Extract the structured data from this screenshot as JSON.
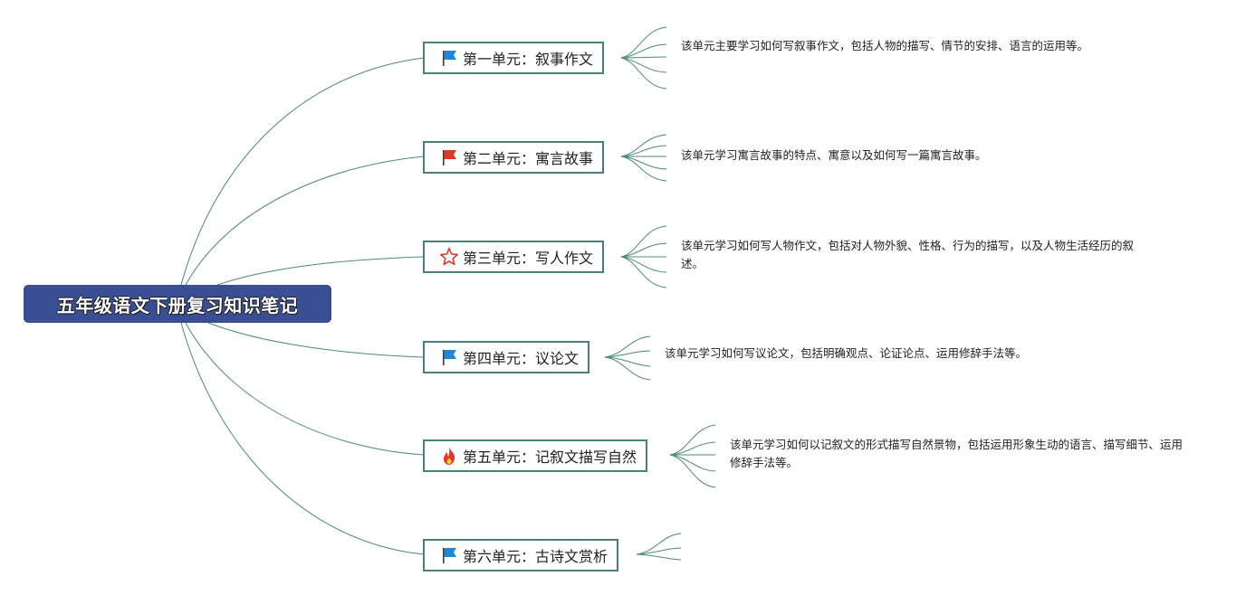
{
  "root": {
    "title": "五年级语文下册复习知识笔记"
  },
  "units": [
    {
      "label": "第一单元：叙事作文",
      "icon": "blue-flag-icon",
      "color": "#1e88d6",
      "desc": "该单元主要学习如何写叙事作文，包括人物的描写、情节的安排、语言的运用等。"
    },
    {
      "label": "第二单元：寓言故事",
      "icon": "red-flag-icon",
      "color": "#e53526",
      "desc": "该单元学习寓言故事的特点、寓意以及如何写一篇寓言故事。"
    },
    {
      "label": "第三单元：写人作文",
      "icon": "star-icon",
      "color": "#e53526",
      "desc": "该单元学习如何写人物作文，包括对人物外貌、性格、行为的描写，以及人物生活经历的叙述。"
    },
    {
      "label": "第四单元：议论文",
      "icon": "blue-flag-icon",
      "color": "#1e88d6",
      "desc": "该单元学习如何写议论文，包括明确观点、论证论点、运用修辞手法等。"
    },
    {
      "label": "第五单元：记叙文描写自然",
      "icon": "fire-icon",
      "color": "#e53526",
      "desc": "该单元学习如何以记叙文的形式描写自然景物，包括运用形象生动的语言、描写细节、运用修辞手法等。"
    },
    {
      "label": "第六单元：古诗文赏析",
      "icon": "blue-flag-icon",
      "color": "#1e88d6",
      "desc": ""
    }
  ],
  "colors": {
    "line": "#4a8a78",
    "root_bg": "#3a4f93",
    "node_border": "#4a7f73"
  }
}
